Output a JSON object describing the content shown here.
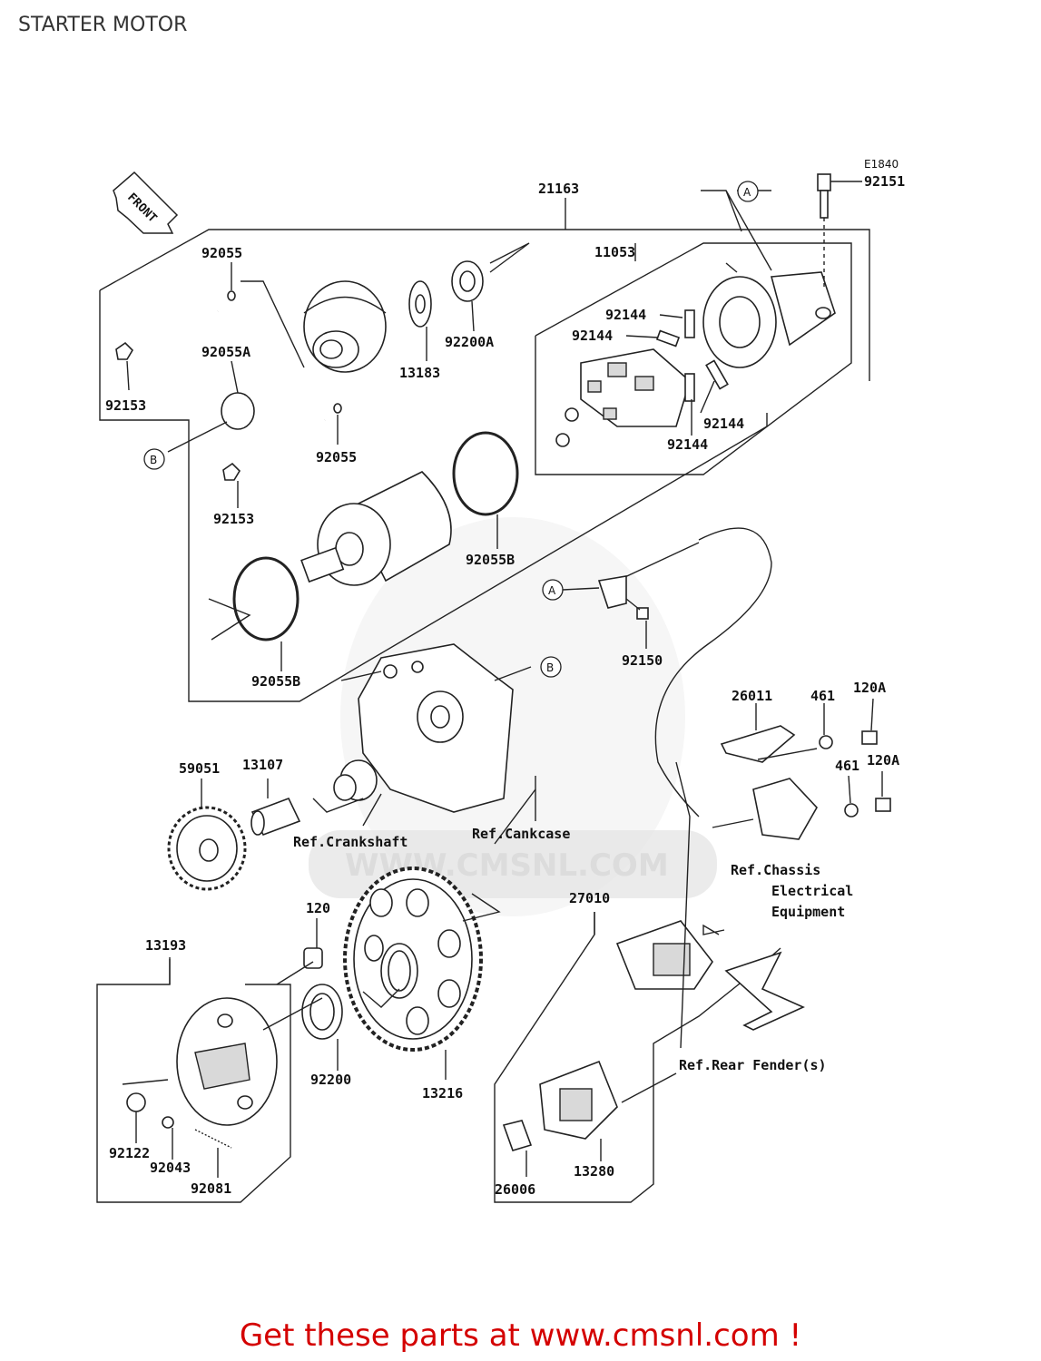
{
  "page": {
    "title": "STARTER MOTOR",
    "promo_text": "Get these parts at www.cmsnl.com !"
  },
  "diagram": {
    "code": "E1840",
    "front_label": "FRONT",
    "watermark": "WWW.CMSNL.COM",
    "callouts": {
      "a": "A",
      "b": "B"
    },
    "parts": {
      "p21163": "21163",
      "p92151": "92151",
      "p11053": "11053",
      "p92055_top": "92055",
      "p92055a": "92055A",
      "p92153_top": "92153",
      "p13183": "13183",
      "p92200a": "92200A",
      "p92144_1": "92144",
      "p92144_2": "92144",
      "p92144_3": "92144",
      "p92144_4": "92144",
      "p92055_mid": "92055",
      "p92153_mid": "92153",
      "p92055b_right": "92055B",
      "p92055b_left": "92055B",
      "p92150": "92150",
      "p26011": "26011",
      "p461_top": "461",
      "p120a_top": "120A",
      "p461_bot": "461",
      "p120a_bot": "120A",
      "p59051": "59051",
      "p13107": "13107",
      "p120": "120",
      "p13193": "13193",
      "p27010": "27010",
      "p92200": "92200",
      "p13216": "13216",
      "p92122": "92122",
      "p92043": "92043",
      "p92081": "92081",
      "p13280": "13280",
      "p26006": "26006"
    },
    "references": {
      "crankshaft": "Ref.Crankshaft",
      "crankcase": "Ref.Cankcase",
      "chassis_1": "Ref.Chassis",
      "chassis_2": "Electrical",
      "chassis_3": "Equipment",
      "rear_fender": "Ref.Rear Fender(s)"
    }
  }
}
